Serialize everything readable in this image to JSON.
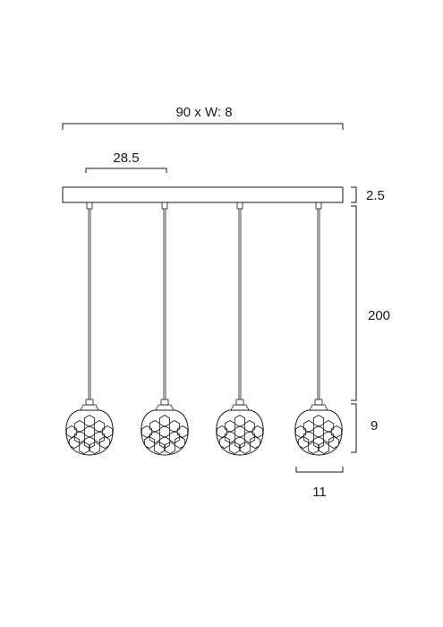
{
  "dimensions": {
    "overall_width": "90 x W: 8",
    "spacing": "28.5",
    "canopy_height": "2.5",
    "drop_length": "200",
    "shade_height": "9",
    "shade_width": "11"
  },
  "pendant_count": 4,
  "colors": {
    "line": "#1a1a1a",
    "background": "#ffffff"
  }
}
